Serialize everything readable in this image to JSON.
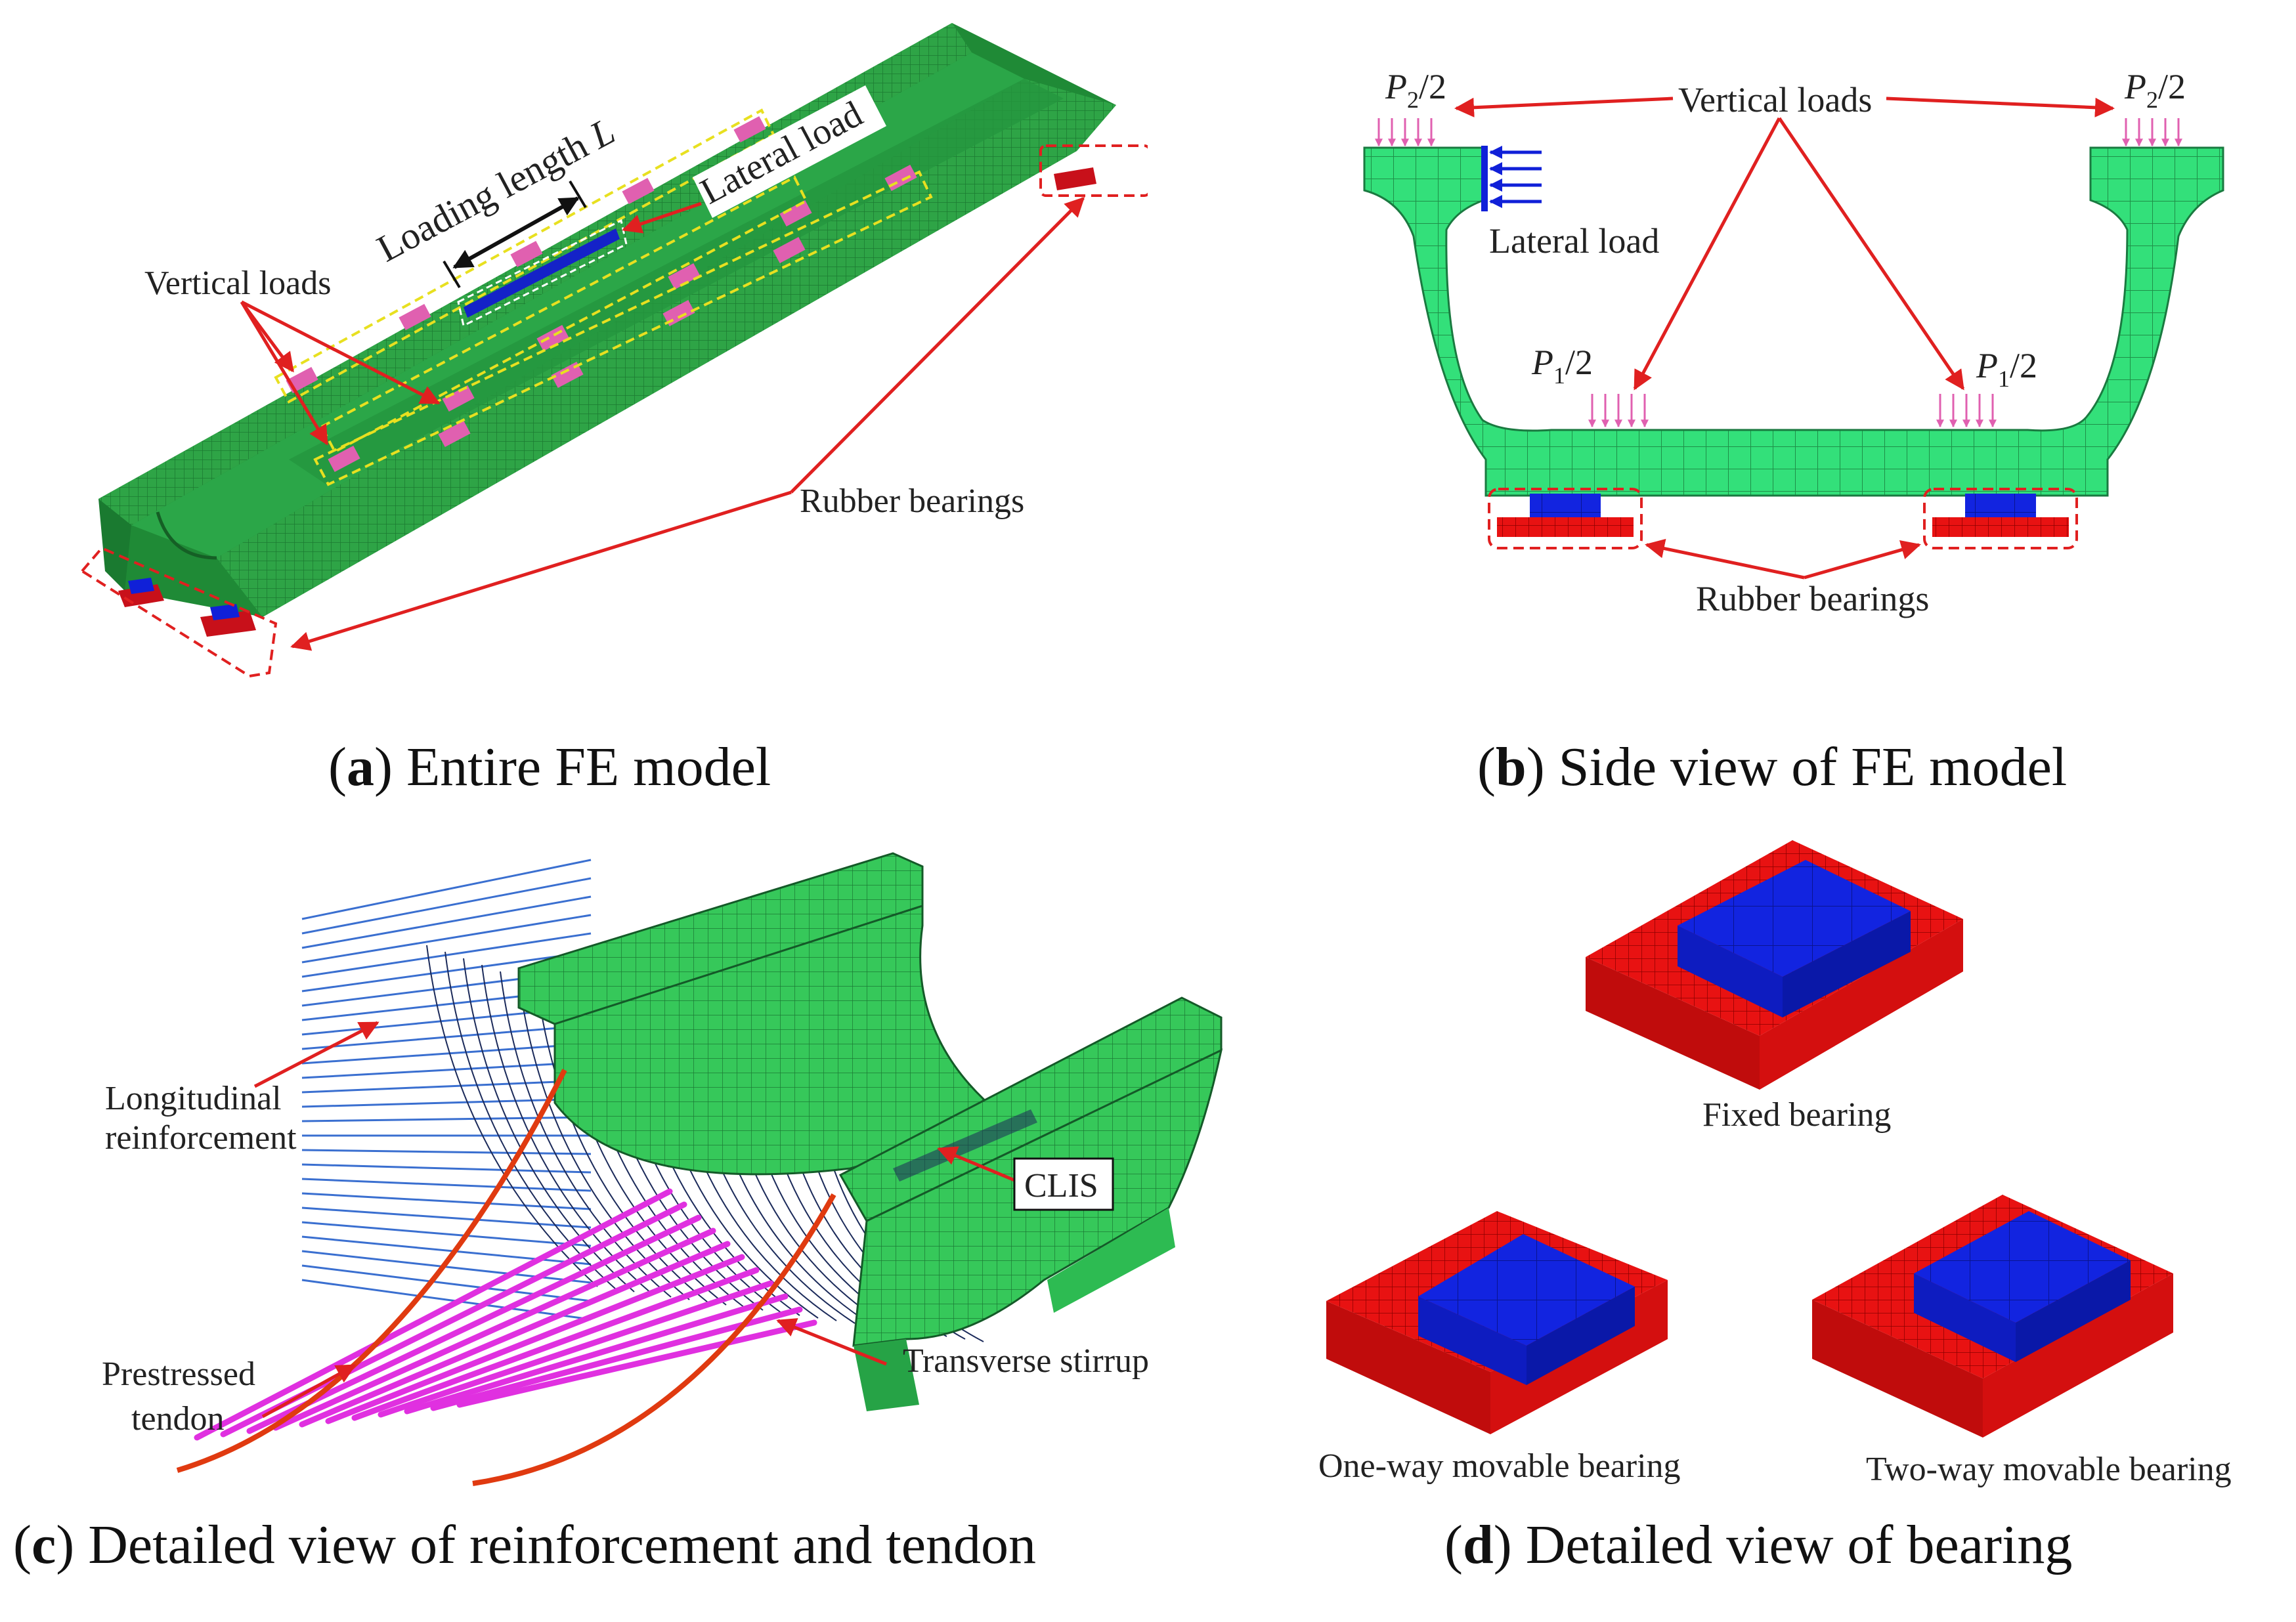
{
  "colors": {
    "concrete_green": "#2eaa48",
    "concrete_light": "#33e07a",
    "bearing_red": "#e01010",
    "bearing_blue": "#1020d8",
    "load_pink": "#e060b0",
    "annotation_red": "#e02020",
    "dashed_yellow": "#e8e020",
    "rebar_blue": "#3a6fd0",
    "tendon_magenta": "#e030e0",
    "tendon_red": "#e03a10"
  },
  "panel_a": {
    "caption_letter": "a",
    "caption_text": " Entire FE model",
    "labels": {
      "loading_length": "Loading length ",
      "loading_length_symbol": "L",
      "lateral_load": "Lateral load",
      "vertical_loads": "Vertical loads",
      "rubber_bearings": "Rubber bearings"
    }
  },
  "panel_b": {
    "caption_letter": "b",
    "caption_text": " Side view of FE model",
    "labels": {
      "vertical_loads": "Vertical loads",
      "lateral_load": "Lateral load",
      "rubber_bearings": "Rubber bearings",
      "p2_left_base": "P",
      "p2_left_sub": "2",
      "p2_left_div": "/2",
      "p2_right_base": "P",
      "p2_right_sub": "2",
      "p2_right_div": "/2",
      "p1_left_base": "P",
      "p1_left_sub": "1",
      "p1_left_div": "/2",
      "p1_right_base": "P",
      "p1_right_sub": "1",
      "p1_right_div": "/2"
    }
  },
  "panel_c": {
    "caption_letter": "c",
    "caption_text": " Detailed view of reinforcement and tendon",
    "labels": {
      "longitudinal_line1": "Longitudinal",
      "longitudinal_line2": "reinforcement",
      "clis": "CLIS",
      "prestressed_line1": "Prestressed",
      "prestressed_line2": "tendon",
      "transverse_stirrup": "Transverse stirrup"
    }
  },
  "panel_d": {
    "caption_letter": "d",
    "caption_text": " Detailed view of bearing",
    "labels": {
      "fixed": "Fixed bearing",
      "one_way": "One-way movable bearing",
      "two_way": "Two-way movable bearing"
    }
  }
}
